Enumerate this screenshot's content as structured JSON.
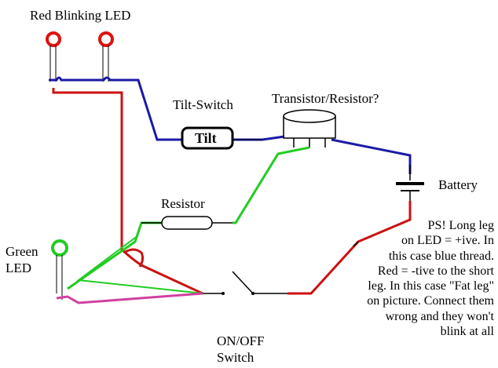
{
  "labels": {
    "red_led": "Red Blinking LED",
    "tilt_switch": "Tilt-Switch",
    "tilt": "Tilt",
    "transistor": "Transistor/Resistor?",
    "battery": "Battery",
    "resistor": "Resistor",
    "green_led": "Green\nLED",
    "on_off": "ON/OFF\nSwitch"
  },
  "note": [
    "PS! Long leg",
    "on LED = +ive. In",
    "this case blue thread.",
    "Red = -tive to the short",
    "leg. In this case \"Fat leg\"",
    "on picture. Connect them",
    "wrong and they won't",
    "blink at all"
  ],
  "colors": {
    "blue_wire": "#1a1aa6",
    "red_wire": "#cc1111",
    "green_wire": "#22cc22",
    "pink_wire": "#d040a0",
    "red_led": "#dd1111",
    "green_led": "#22cc22"
  }
}
